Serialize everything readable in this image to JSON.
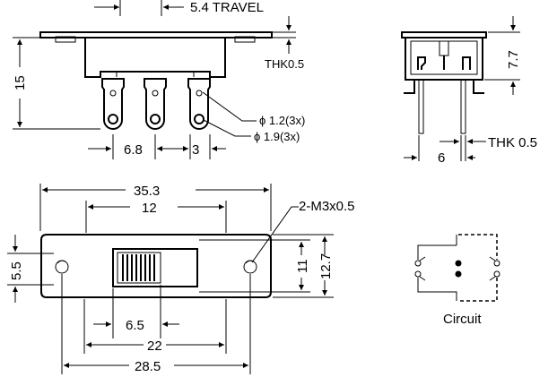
{
  "labels": {
    "travel": "5.4 TRAVEL",
    "thk_top": "THK0.5",
    "height_side": "15",
    "hole_small": "ϕ 1.2(3x)",
    "hole_large": "ϕ 1.9(3x)",
    "pitch": "6.8",
    "pin_gap": "3",
    "end_height": "7.7",
    "end_thk": "THK 0.5",
    "end_width": "6",
    "overall_top": "35.3",
    "slot_width": "12",
    "mount": "2-M3x0.5",
    "left_height": "5.5",
    "inner_height": "11",
    "outer_height": "12.7",
    "knob_width": "6.5",
    "hole_spacing": "22",
    "body_length": "28.5",
    "circuit": "Circuit"
  }
}
